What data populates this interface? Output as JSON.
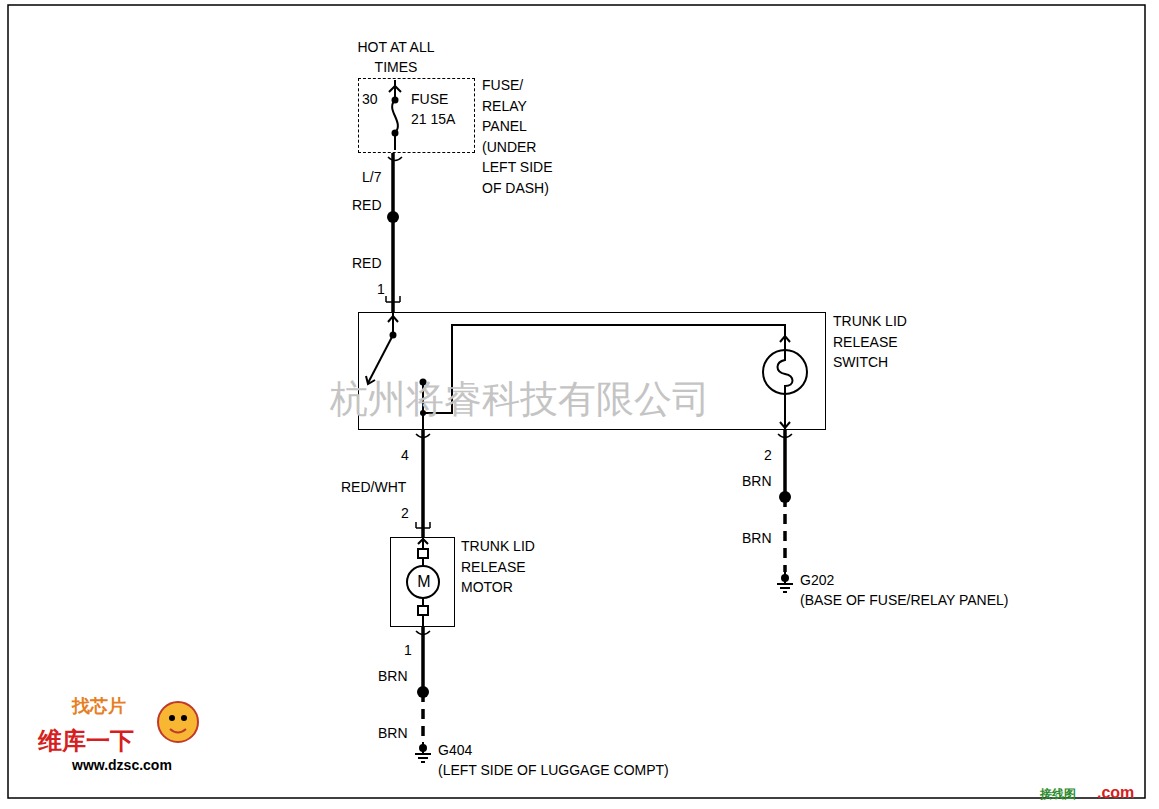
{
  "diagram": {
    "nodes": [
      {
        "text": [
          "HOT AT ALL TIMES",
          "30",
          "FUSE 21 15A",
          "FUSE/ RELAY PANEL (UNDER LEFT SIDE OF DASH)"
        ]
      },
      {
        "text": [
          "TRUNK LID RELEASE SWITCH"
        ]
      },
      {
        "text": [
          "M",
          "TRUNK LID RELEASE MOTOR"
        ]
      },
      {
        "text": [
          "G202",
          "(BASE OF FUSE/RELAY PANEL)"
        ]
      },
      {
        "text": [
          "G404",
          "(LEFT SIDE OF LUGGAGE COMPT)"
        ]
      }
    ],
    "edges": [
      {
        "from": 0,
        "to": 1,
        "arrow": "none"
      },
      {
        "from": 1,
        "to": 2,
        "arrow": "none"
      },
      {
        "from": 1,
        "to": 3,
        "arrow": "none"
      },
      {
        "from": 2,
        "to": 4,
        "arrow": "none"
      }
    ],
    "labels": [
      "L/7",
      "RED",
      "RED",
      "1",
      "4",
      "RED/WHT",
      "2",
      "1",
      "BRN",
      "BRN",
      "2",
      "BRN",
      "BRN",
      "杭州将睿科技有限公司",
      "找芯片",
      "维库一下",
      "www.dzsc.com",
      "接线图",
      ".com"
    ]
  }
}
